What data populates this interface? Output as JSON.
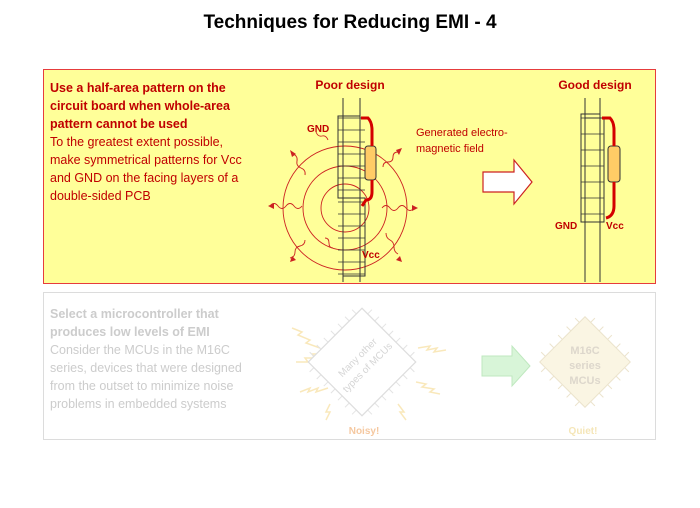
{
  "title": "Techniques for Reducing EMI - 4",
  "section1": {
    "heading": "Use a half-area pattern on the circuit board when whole-area pattern cannot be used",
    "body": "To the greatest extent possible, make symmetrical patterns for Vcc and GND on the facing layers of a double-sided PCB",
    "poor_label": "Poor design",
    "good_label": "Good design",
    "gnd_label": "GND",
    "vcc_label": "Vcc",
    "field_label_line1": "Generated electro-",
    "field_label_line2": "magnetic field",
    "good_gnd_label": "GND",
    "good_vcc_label": "Vcc"
  },
  "section2": {
    "heading": "Select a microcontroller that produces low levels of EMI",
    "body": "Consider the MCUs in the M16C series, devices that were designed from the outset to minimize noise problems in embedded systems",
    "chip1_line1": "Many other",
    "chip1_line2": "types of MCUs",
    "chip1_caption": "Noisy!",
    "chip2_line1": "M16C",
    "chip2_line2": "series",
    "chip2_line3": "MCUs",
    "chip2_caption": "Quiet!"
  },
  "colors": {
    "panel_fill": "#ffff99",
    "panel_border": "#e63c3c",
    "accent_red": "#d40000",
    "faded_text": "#cccccc"
  }
}
